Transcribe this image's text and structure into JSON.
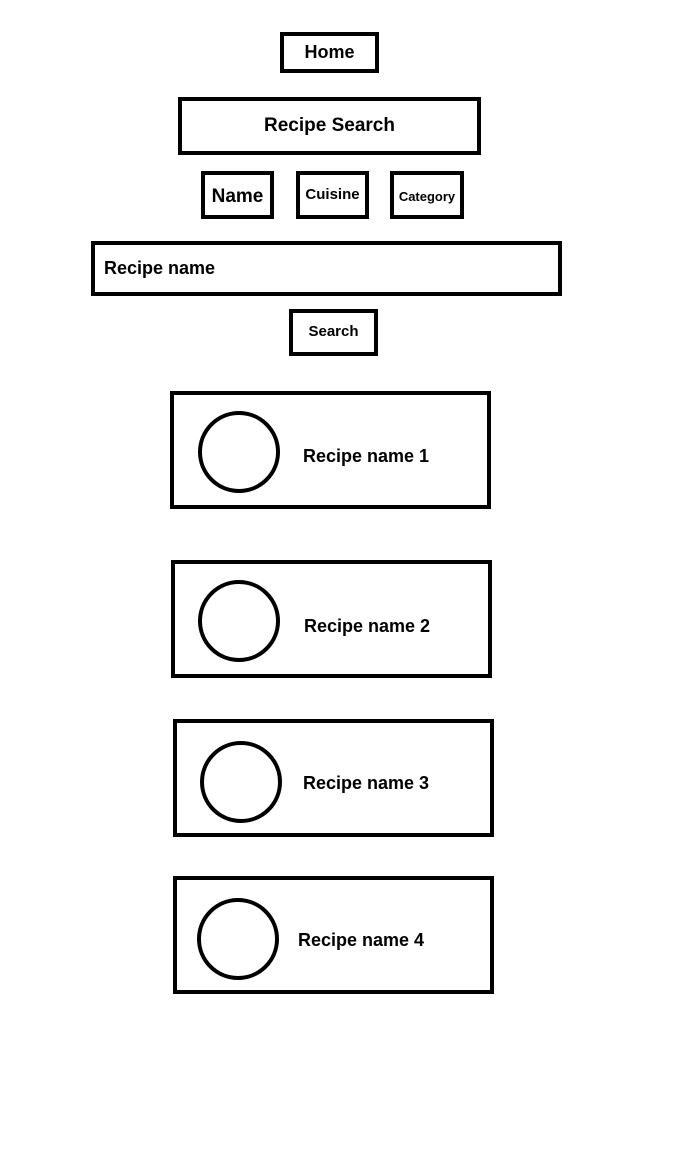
{
  "nav": {
    "home_label": "Home"
  },
  "page": {
    "title": "Recipe Search"
  },
  "filters": {
    "name_label": "Name",
    "cuisine_label": "Cuisine",
    "category_label": "Category"
  },
  "search": {
    "input_value": "Recipe name",
    "button_label": "Search"
  },
  "results": [
    {
      "name": "Recipe name 1"
    },
    {
      "name": "Recipe name 2"
    },
    {
      "name": "Recipe name 3"
    },
    {
      "name": "Recipe name 4"
    }
  ]
}
